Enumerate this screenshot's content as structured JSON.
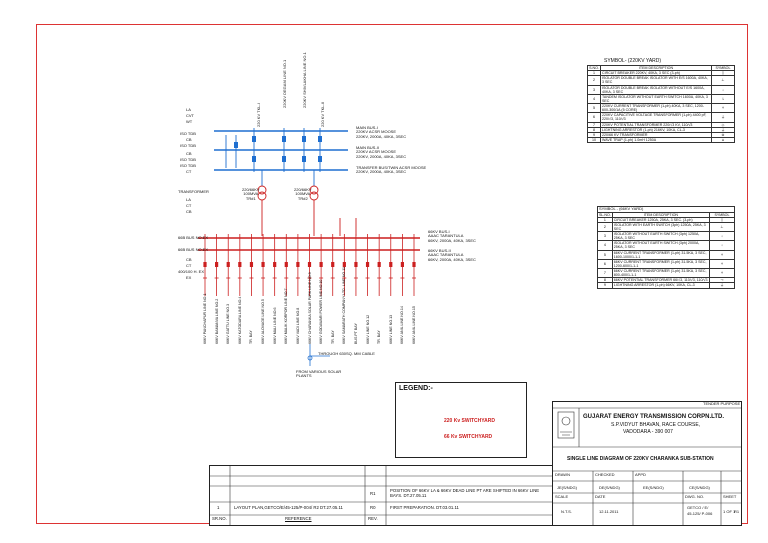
{
  "feeders_top": [
    "220 KV TKL-I",
    "220KV DEGAM LINE NO.1",
    "220KV SHIVLAKHA LINE NO.1",
    "220 KV TKL-II"
  ],
  "left_labels_top": [
    "LA",
    "CVT",
    "WT",
    "ISO TDB",
    "CB",
    "ISO TDB",
    "CB",
    "ISO TDB",
    "ISO TDB",
    "CT"
  ],
  "left_labels_mid": [
    "TRANSFORMER",
    "LA",
    "CT",
    "CB"
  ],
  "left_labels_bus": [
    "66B BUS NO.EX",
    "66B BUS NO.EX",
    "CB",
    "CT",
    "400/100 H. EX",
    "EX"
  ],
  "bus_notes_220": [
    {
      "l1": "MAIN BUS-I",
      "l2": "220KV ACSR MOOSE",
      "l3": "220KV, 2000A, 40KA, 3SEC"
    },
    {
      "l1": "MAIN BUS-II",
      "l2": "220KV ACSR MOOSE",
      "l3": "220KV, 2000A, 40KA, 3SEC"
    },
    {
      "l1": "TRANSFER BUS/TWIN ACSR MOOSE",
      "l2": "220KV, 2000A, 40KA, 3SEC",
      "l3": ""
    }
  ],
  "bus_notes_66": [
    {
      "l1": "66KV BUS-I",
      "l2": "AAAC TARANTULA",
      "l3": "66KV, 2000A, 40KA, 3SEC"
    },
    {
      "l1": "66KV BUS-II",
      "l2": "AAAC TARANTULA",
      "l3": "66KV, 2000A, 40KA, 3SEC"
    }
  ],
  "transformers": [
    {
      "l1": "220/66KV",
      "l2": "100MVA",
      "l3": "TR#1"
    },
    {
      "l1": "220/66KV",
      "l2": "100MVA",
      "l3": "TR#2"
    }
  ],
  "feeders_bottom": [
    "66KV PANCHAPUR LINE NO.1",
    "66KV BAMANVA LINE NO.2",
    "66KV GATTU LINE NO.3",
    "66KV KATODARA LINE NO.4",
    "TR. BAY",
    "66KV ALOVAGE LINE NO.5",
    "66KV MALI LINE NO.6",
    "66KV MALIK KORPOR LINE NO.7",
    "66KV VADI LINE NO.8",
    "66KV CHARANKA SOLAR PARK LINE NO.9",
    "66KV GODAWARI POWER LINE NO.10",
    "TR. BAY",
    "66KV SAMARATH COMPANY LTD. LINE NO.11",
    "BUS PT BAY",
    "66KV LINE NO.12",
    "TR. BAY",
    "66KV LINE NO.13",
    "66KV ANIL LINE NO.14",
    "66KV ANIL LINE NO.15"
  ],
  "cable_note": "THROUGH 630SQ. MM CABLE",
  "solar_note": {
    "l1": "FROM VARIOUS SOLAR",
    "l2": "PLANTS"
  },
  "sym220": {
    "title": "SYMBOL- (220KV YARD)",
    "headers": [
      "S.NO.",
      "ITEM DESCRIPTION",
      "SYMBOL"
    ],
    "rows": [
      [
        "1",
        "CIRCUIT BREAKER 220KV, 40KA, 3 SEC (3-ph)",
        "▯"
      ],
      [
        "2",
        "ISOLATOR DOUBLE BREAK ISOLATOR WITH E/S 1600A, 40KA, 3 SEC",
        "⊥"
      ],
      [
        "3",
        "ISOLATOR DOUBLE BREAK ISOLATOR WITHOUT E/S 1600A, 40KA, 3 SEC",
        "↓"
      ],
      [
        "4",
        "TANDEM ISOLATOR WITHOUT EARTH SWITCH 1600A, 40KA, 3 SEC",
        "⇂"
      ],
      [
        "5",
        "220KV CURRENT TRANSFORMER (1-ph) 40KA, 3 SEC, 1200-600-300/1A (5 CORE)",
        "⫩"
      ],
      [
        "6",
        "220KV CAPACITIVE VOLTAGE TRANSFORMER (1-ph) 4400 pF, 220/√3, 110/√3",
        "⏚"
      ],
      [
        "7",
        "220KV POTENTIAL TRANSFORMER 220/√3 KV, 110/√3",
        "◇"
      ],
      [
        "8",
        "LIGHTNING ARRESTOR (1-ph) 216KV, 10KA, CL-3",
        "⏚"
      ],
      [
        "9",
        "220/66 KV TRANSFORMER",
        "⊜"
      ],
      [
        "10",
        "WAVE TRAP (1-ph) 1.0mH 1250A",
        "⊔"
      ]
    ]
  },
  "sym66": {
    "title": "SYMBOL - (66KV YARD)",
    "headers": [
      "SL.NO.",
      "ITEM DESCRIPTION",
      "SYMBOL"
    ],
    "rows": [
      [
        "1",
        "CIRCUIT BREAKER 1250A, 25KA, 3 SEC. (3-ph)",
        "▯"
      ],
      [
        "2",
        "ISOLATOR WITH EARTH SWITCH (3ph) 1250A, 25KA, 3 SEC",
        "⊥"
      ],
      [
        "3",
        "ISOLATOR WITHOUT EARTH SWITCH (3ph) 1250A, 25KA, 3 SEC",
        "↓"
      ],
      [
        "4",
        "ISOLATOR WITHOUT EARTH SWITCH (3ph) 2000A, 25KA, 3 SEC",
        "↓"
      ],
      [
        "5",
        "66KV CURRENT TRANSFORMER (1-ph) 31.5KA, 3 SEC, 1600-1000/1-1-1",
        "⫩"
      ],
      [
        "6",
        "66KV CURRENT TRANSFORMER (1-ph) 31.5KA, 3 SEC, 1200-600/1-1-1",
        "⫩"
      ],
      [
        "7",
        "66KV CURRENT TRANSFORMER (1-ph) 31.5KA, 3 SEC, 800-400/1-1-1",
        "⫩"
      ],
      [
        "8",
        "66KV POTENTIAL TRANSFORMER 66/√3, 110/√3, 110/√3",
        "⊸"
      ],
      [
        "9",
        "LIGHTNING ARRESTOR (1-ph) 66KV, 10KA, CL-3",
        "⏚"
      ]
    ]
  },
  "legend": {
    "title": "LEGEND:-",
    "items": [
      {
        "label": "220 Kv SWITCHYARD",
        "color": "#cc1f1f"
      },
      {
        "label": "66 Kv SWITCHYARD",
        "color": "#cc1f1f"
      }
    ]
  },
  "titleblock": {
    "tender": "TENDER PURPOSE",
    "company": "GUJARAT ENERGY TRANSMISSION CORPN.LTD.",
    "addr1": "S.P.VIDYUT BHAVAN, RACE COURSE,",
    "addr2": "VADODARA - 390 007",
    "drawing_title": "SINGLE LINE DIAGRAM OF 220KV CHARANKA SUB-STATION",
    "h_drawn": "DRAWN",
    "h_checked": "CHECKED",
    "h_appd": "APPD",
    "drawn": "JE(S/NDG)",
    "checked": "DE(S/NDG)",
    "ee": "EE(S/NDG)",
    "se": "CE(S/NDG)",
    "h_scale": "SCALE",
    "h_date": "DATE",
    "h_dwgno": "DWG. NO.",
    "h_sheet": "SHEET",
    "scale": "N.T.S.",
    "date": "12.11.2011",
    "dwg1": "GETCO / E/",
    "dwg2": "45-125/ P-006",
    "sheet": "1 OF 1",
    "rev": "R1"
  },
  "revisions": {
    "rows": [
      {
        "no": "",
        "ref": "",
        "rev": "",
        "desc": ""
      },
      {
        "no": "",
        "ref": "",
        "rev": "",
        "desc": ""
      },
      {
        "no": "",
        "ref": "",
        "rev": "R1",
        "desc": "POSITION OF 66KV LA & 66KV DEAD LINE PT ARE SHIFTED IN 66KV LINE BAYS. DT.27.05.11"
      },
      {
        "no": "1",
        "ref": "LAYOUT PLAN,GETCO/E/45-125/P-004/ R2 DT.27.05.11",
        "rev": "R0",
        "desc": "FIRST PREPARATION. DT.03.01.11"
      }
    ],
    "h_no": "SR.NO.",
    "h_ref": "REFERENCE",
    "h_rev": "REV."
  }
}
